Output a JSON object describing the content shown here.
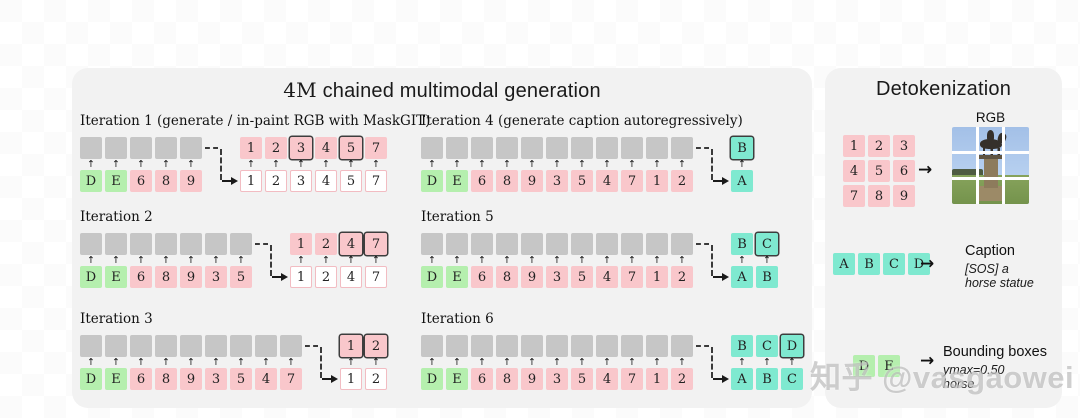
{
  "colors": {
    "gray": "#c6c6c6",
    "green": "#b5efae",
    "pink": "#f9c7cb",
    "teal": "#7fe9d0",
    "white_token_border": "#f2bcc2",
    "highlight_border": "#3d3d3d",
    "panel_bg": "#f2f2f2"
  },
  "icons": {
    "up_arrow": "↑",
    "right_arrow": "→"
  },
  "generation_panel": {
    "title_prefix": "4M",
    "title_rest": " chained multimodal generation",
    "iterations": [
      {
        "label": "Iteration 1 (generate / in-paint RGB with MaskGIT)",
        "input": [
          {
            "t": "D",
            "c": "green"
          },
          {
            "t": "E",
            "c": "green"
          },
          {
            "t": "6",
            "c": "pink"
          },
          {
            "t": "8",
            "c": "pink"
          },
          {
            "t": "9",
            "c": "pink"
          }
        ],
        "output_top": [
          {
            "t": "1",
            "c": "pink"
          },
          {
            "t": "2",
            "c": "pink"
          },
          {
            "t": "3",
            "c": "pink",
            "hl": true
          },
          {
            "t": "4",
            "c": "pink"
          },
          {
            "t": "5",
            "c": "pink",
            "hl": true
          },
          {
            "t": "7",
            "c": "pink"
          }
        ],
        "output_bottom": [
          {
            "t": "1",
            "c": "white"
          },
          {
            "t": "2",
            "c": "white"
          },
          {
            "t": "3",
            "c": "white"
          },
          {
            "t": "4",
            "c": "white"
          },
          {
            "t": "5",
            "c": "white"
          },
          {
            "t": "7",
            "c": "white"
          }
        ]
      },
      {
        "label": "Iteration 2",
        "input": [
          {
            "t": "D",
            "c": "green"
          },
          {
            "t": "E",
            "c": "green"
          },
          {
            "t": "6",
            "c": "pink"
          },
          {
            "t": "8",
            "c": "pink"
          },
          {
            "t": "9",
            "c": "pink"
          },
          {
            "t": "3",
            "c": "pink"
          },
          {
            "t": "5",
            "c": "pink"
          }
        ],
        "output_top": [
          {
            "t": "1",
            "c": "pink"
          },
          {
            "t": "2",
            "c": "pink"
          },
          {
            "t": "4",
            "c": "pink",
            "hl": true
          },
          {
            "t": "7",
            "c": "pink",
            "hl": true
          }
        ],
        "output_bottom": [
          {
            "t": "1",
            "c": "white"
          },
          {
            "t": "2",
            "c": "white"
          },
          {
            "t": "4",
            "c": "white"
          },
          {
            "t": "7",
            "c": "white"
          }
        ]
      },
      {
        "label": "Iteration 3",
        "input": [
          {
            "t": "D",
            "c": "green"
          },
          {
            "t": "E",
            "c": "green"
          },
          {
            "t": "6",
            "c": "pink"
          },
          {
            "t": "8",
            "c": "pink"
          },
          {
            "t": "9",
            "c": "pink"
          },
          {
            "t": "3",
            "c": "pink"
          },
          {
            "t": "5",
            "c": "pink"
          },
          {
            "t": "4",
            "c": "pink"
          },
          {
            "t": "7",
            "c": "pink"
          }
        ],
        "output_top": [
          {
            "t": "1",
            "c": "pink",
            "hl": true
          },
          {
            "t": "2",
            "c": "pink",
            "hl": true
          }
        ],
        "output_bottom": [
          {
            "t": "1",
            "c": "white"
          },
          {
            "t": "2",
            "c": "white"
          }
        ]
      },
      {
        "label": "Iteration 4 (generate caption autoregressively)",
        "input": [
          {
            "t": "D",
            "c": "green"
          },
          {
            "t": "E",
            "c": "green"
          },
          {
            "t": "6",
            "c": "pink"
          },
          {
            "t": "8",
            "c": "pink"
          },
          {
            "t": "9",
            "c": "pink"
          },
          {
            "t": "3",
            "c": "pink"
          },
          {
            "t": "5",
            "c": "pink"
          },
          {
            "t": "4",
            "c": "pink"
          },
          {
            "t": "7",
            "c": "pink"
          },
          {
            "t": "1",
            "c": "pink"
          },
          {
            "t": "2",
            "c": "pink"
          }
        ],
        "output_top": [
          {
            "t": "B",
            "c": "teal",
            "hl": true
          }
        ],
        "output_bottom": [
          {
            "t": "A",
            "c": "teal"
          }
        ]
      },
      {
        "label": "Iteration 5",
        "input": [
          {
            "t": "D",
            "c": "green"
          },
          {
            "t": "E",
            "c": "green"
          },
          {
            "t": "6",
            "c": "pink"
          },
          {
            "t": "8",
            "c": "pink"
          },
          {
            "t": "9",
            "c": "pink"
          },
          {
            "t": "3",
            "c": "pink"
          },
          {
            "t": "5",
            "c": "pink"
          },
          {
            "t": "4",
            "c": "pink"
          },
          {
            "t": "7",
            "c": "pink"
          },
          {
            "t": "1",
            "c": "pink"
          },
          {
            "t": "2",
            "c": "pink"
          }
        ],
        "output_top": [
          {
            "t": "B",
            "c": "teal"
          },
          {
            "t": "C",
            "c": "teal",
            "hl": true
          }
        ],
        "output_bottom": [
          {
            "t": "A",
            "c": "teal"
          },
          {
            "t": "B",
            "c": "teal"
          }
        ]
      },
      {
        "label": "Iteration 6",
        "input": [
          {
            "t": "D",
            "c": "green"
          },
          {
            "t": "E",
            "c": "green"
          },
          {
            "t": "6",
            "c": "pink"
          },
          {
            "t": "8",
            "c": "pink"
          },
          {
            "t": "9",
            "c": "pink"
          },
          {
            "t": "3",
            "c": "pink"
          },
          {
            "t": "5",
            "c": "pink"
          },
          {
            "t": "4",
            "c": "pink"
          },
          {
            "t": "7",
            "c": "pink"
          },
          {
            "t": "1",
            "c": "pink"
          },
          {
            "t": "2",
            "c": "pink"
          }
        ],
        "output_top": [
          {
            "t": "B",
            "c": "teal"
          },
          {
            "t": "C",
            "c": "teal"
          },
          {
            "t": "D",
            "c": "teal",
            "hl": true
          }
        ],
        "output_bottom": [
          {
            "t": "A",
            "c": "teal"
          },
          {
            "t": "B",
            "c": "teal"
          },
          {
            "t": "C",
            "c": "teal"
          }
        ]
      }
    ]
  },
  "detokenization_panel": {
    "title": "Detokenization",
    "rgb": {
      "label": "RGB",
      "grid": [
        [
          "1",
          "2",
          "3"
        ],
        [
          "4",
          "5",
          "6"
        ],
        [
          "7",
          "8",
          "9"
        ]
      ]
    },
    "caption": {
      "tokens": [
        "A",
        "B",
        "C",
        "D"
      ],
      "title": "Caption",
      "lines": [
        "[SOS] a",
        "horse statue"
      ]
    },
    "bounding_boxes": {
      "tokens": [
        "D",
        "E"
      ],
      "title": "Bounding boxes",
      "lines": [
        "ymax=0.50",
        "horse"
      ]
    }
  },
  "watermark": "知乎 @vasgaowei"
}
